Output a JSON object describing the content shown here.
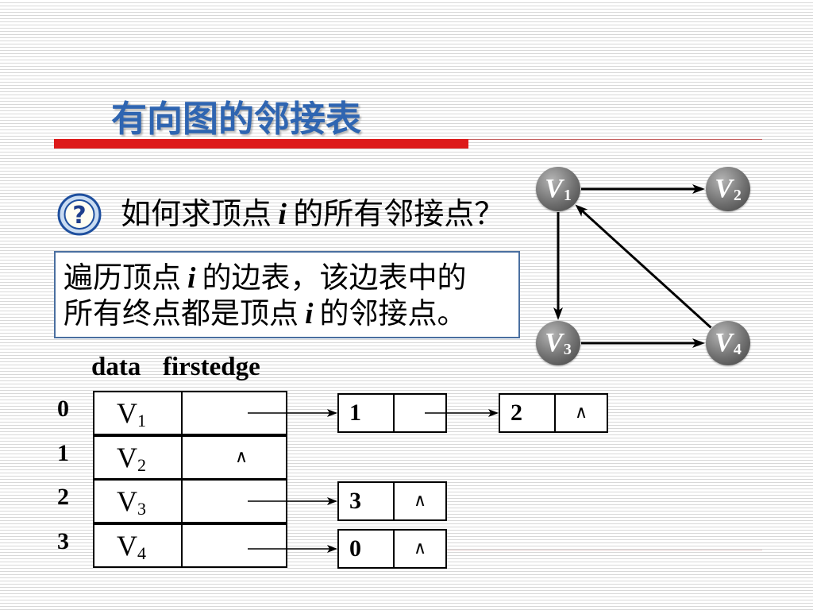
{
  "title": "有向图的邻接表",
  "colors": {
    "title": "#2f65b1",
    "accent_bar": "#dd1a1a",
    "box_border": "#4a6fa0",
    "graph_node": "#707070"
  },
  "icons": {
    "question": {
      "name": "question-mark-icon",
      "glyph": "?"
    }
  },
  "question": {
    "before": "如何求顶点",
    "var": "i",
    "after": "的所有邻接点？"
  },
  "answer_box": {
    "line1": {
      "before": "遍历顶点",
      "var": "i",
      "after": "的边表，该边表中的"
    },
    "line2": {
      "before": "所有终点都是顶点",
      "var": "i",
      "after": "的邻接点。"
    }
  },
  "graph": {
    "nodes": [
      {
        "letter": "V",
        "sub": "1"
      },
      {
        "letter": "V",
        "sub": "2"
      },
      {
        "letter": "V",
        "sub": "3"
      },
      {
        "letter": "V",
        "sub": "4"
      }
    ],
    "edges": [
      [
        0,
        1
      ],
      [
        0,
        2
      ],
      [
        2,
        3
      ],
      [
        3,
        0
      ]
    ]
  },
  "adjacency_list": {
    "header_data": "data",
    "header_firstedge": "firstedge",
    "null_pointer": "∧",
    "vertices": [
      {
        "index": "0",
        "letter": "V",
        "sub": "1",
        "adjacent": [
          "1",
          "2"
        ]
      },
      {
        "index": "1",
        "letter": "V",
        "sub": "2",
        "adjacent": []
      },
      {
        "index": "2",
        "letter": "V",
        "sub": "3",
        "adjacent": [
          "3"
        ]
      },
      {
        "index": "3",
        "letter": "V",
        "sub": "4",
        "adjacent": [
          "0"
        ]
      }
    ]
  }
}
